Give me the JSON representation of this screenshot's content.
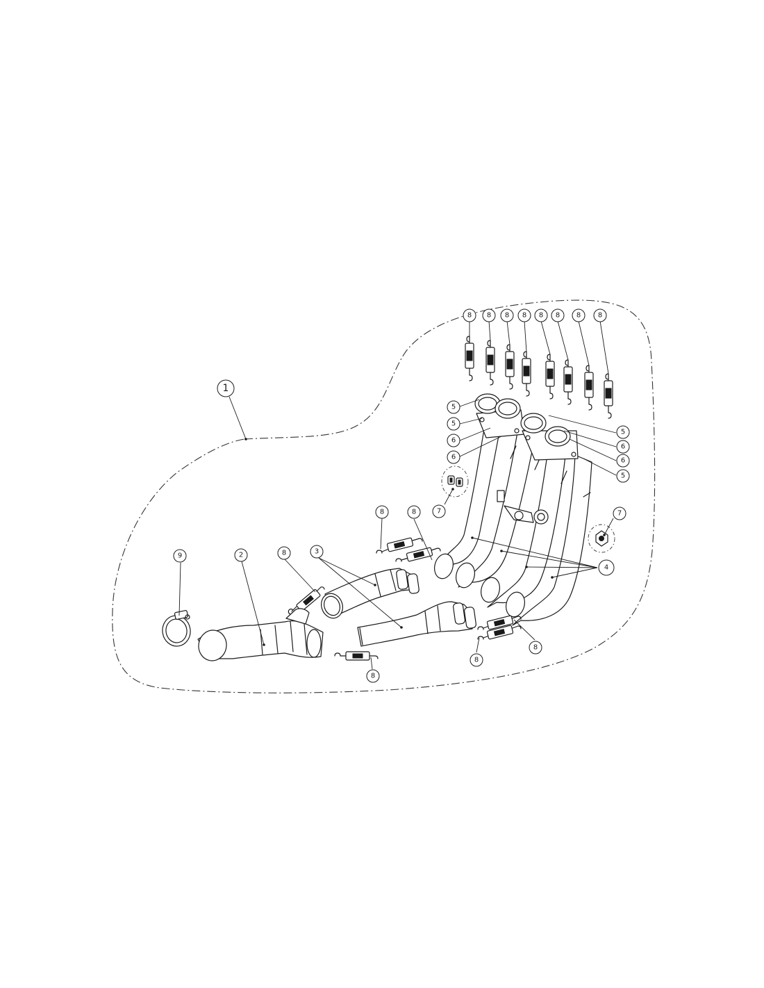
{
  "labels": {
    "assembly": "1",
    "link_pipe": "2",
    "y_pipe": "3",
    "headers": "4",
    "gasket": "5",
    "flange": "6",
    "nut": "7",
    "spring": "8",
    "clamp": "9"
  }
}
